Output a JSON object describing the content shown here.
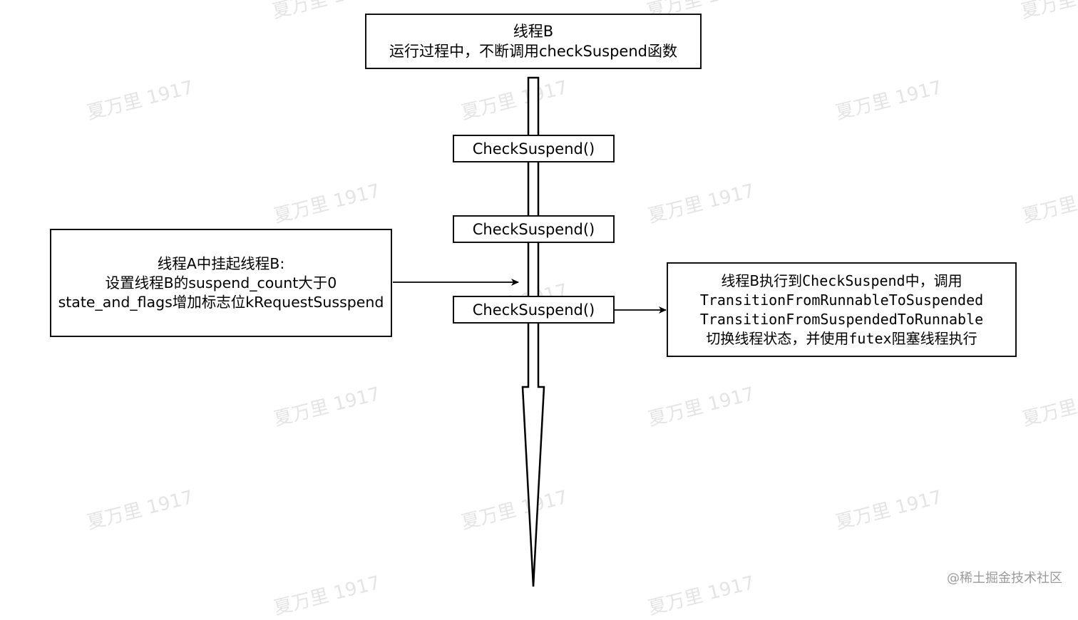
{
  "top_box": {
    "line1": "线程B",
    "line2": "运行过程中，不断调用checkSuspend函数"
  },
  "check_calls": [
    "CheckSuspend()",
    "CheckSuspend()",
    "CheckSuspend()"
  ],
  "left_box": {
    "line1": "线程A中挂起线程B:",
    "line2": "设置线程B的suspend_count大于0",
    "line3": "state_and_flags增加标志位kRequestSusspend"
  },
  "right_box": {
    "line1_a": "线程B执行到",
    "line1_b": "CheckSuspend",
    "line1_c": "中，调用",
    "line2": "TransitionFromRunnableToSuspended",
    "line3": "TransitionFromSuspendedToRunnable",
    "line4_a": "切换线程状态，并使用",
    "line4_b": "futex",
    "line4_c": "阻塞线程执行"
  },
  "watermark_text": "夏万里 1917",
  "site_credit": "@稀土掘金技术社区"
}
